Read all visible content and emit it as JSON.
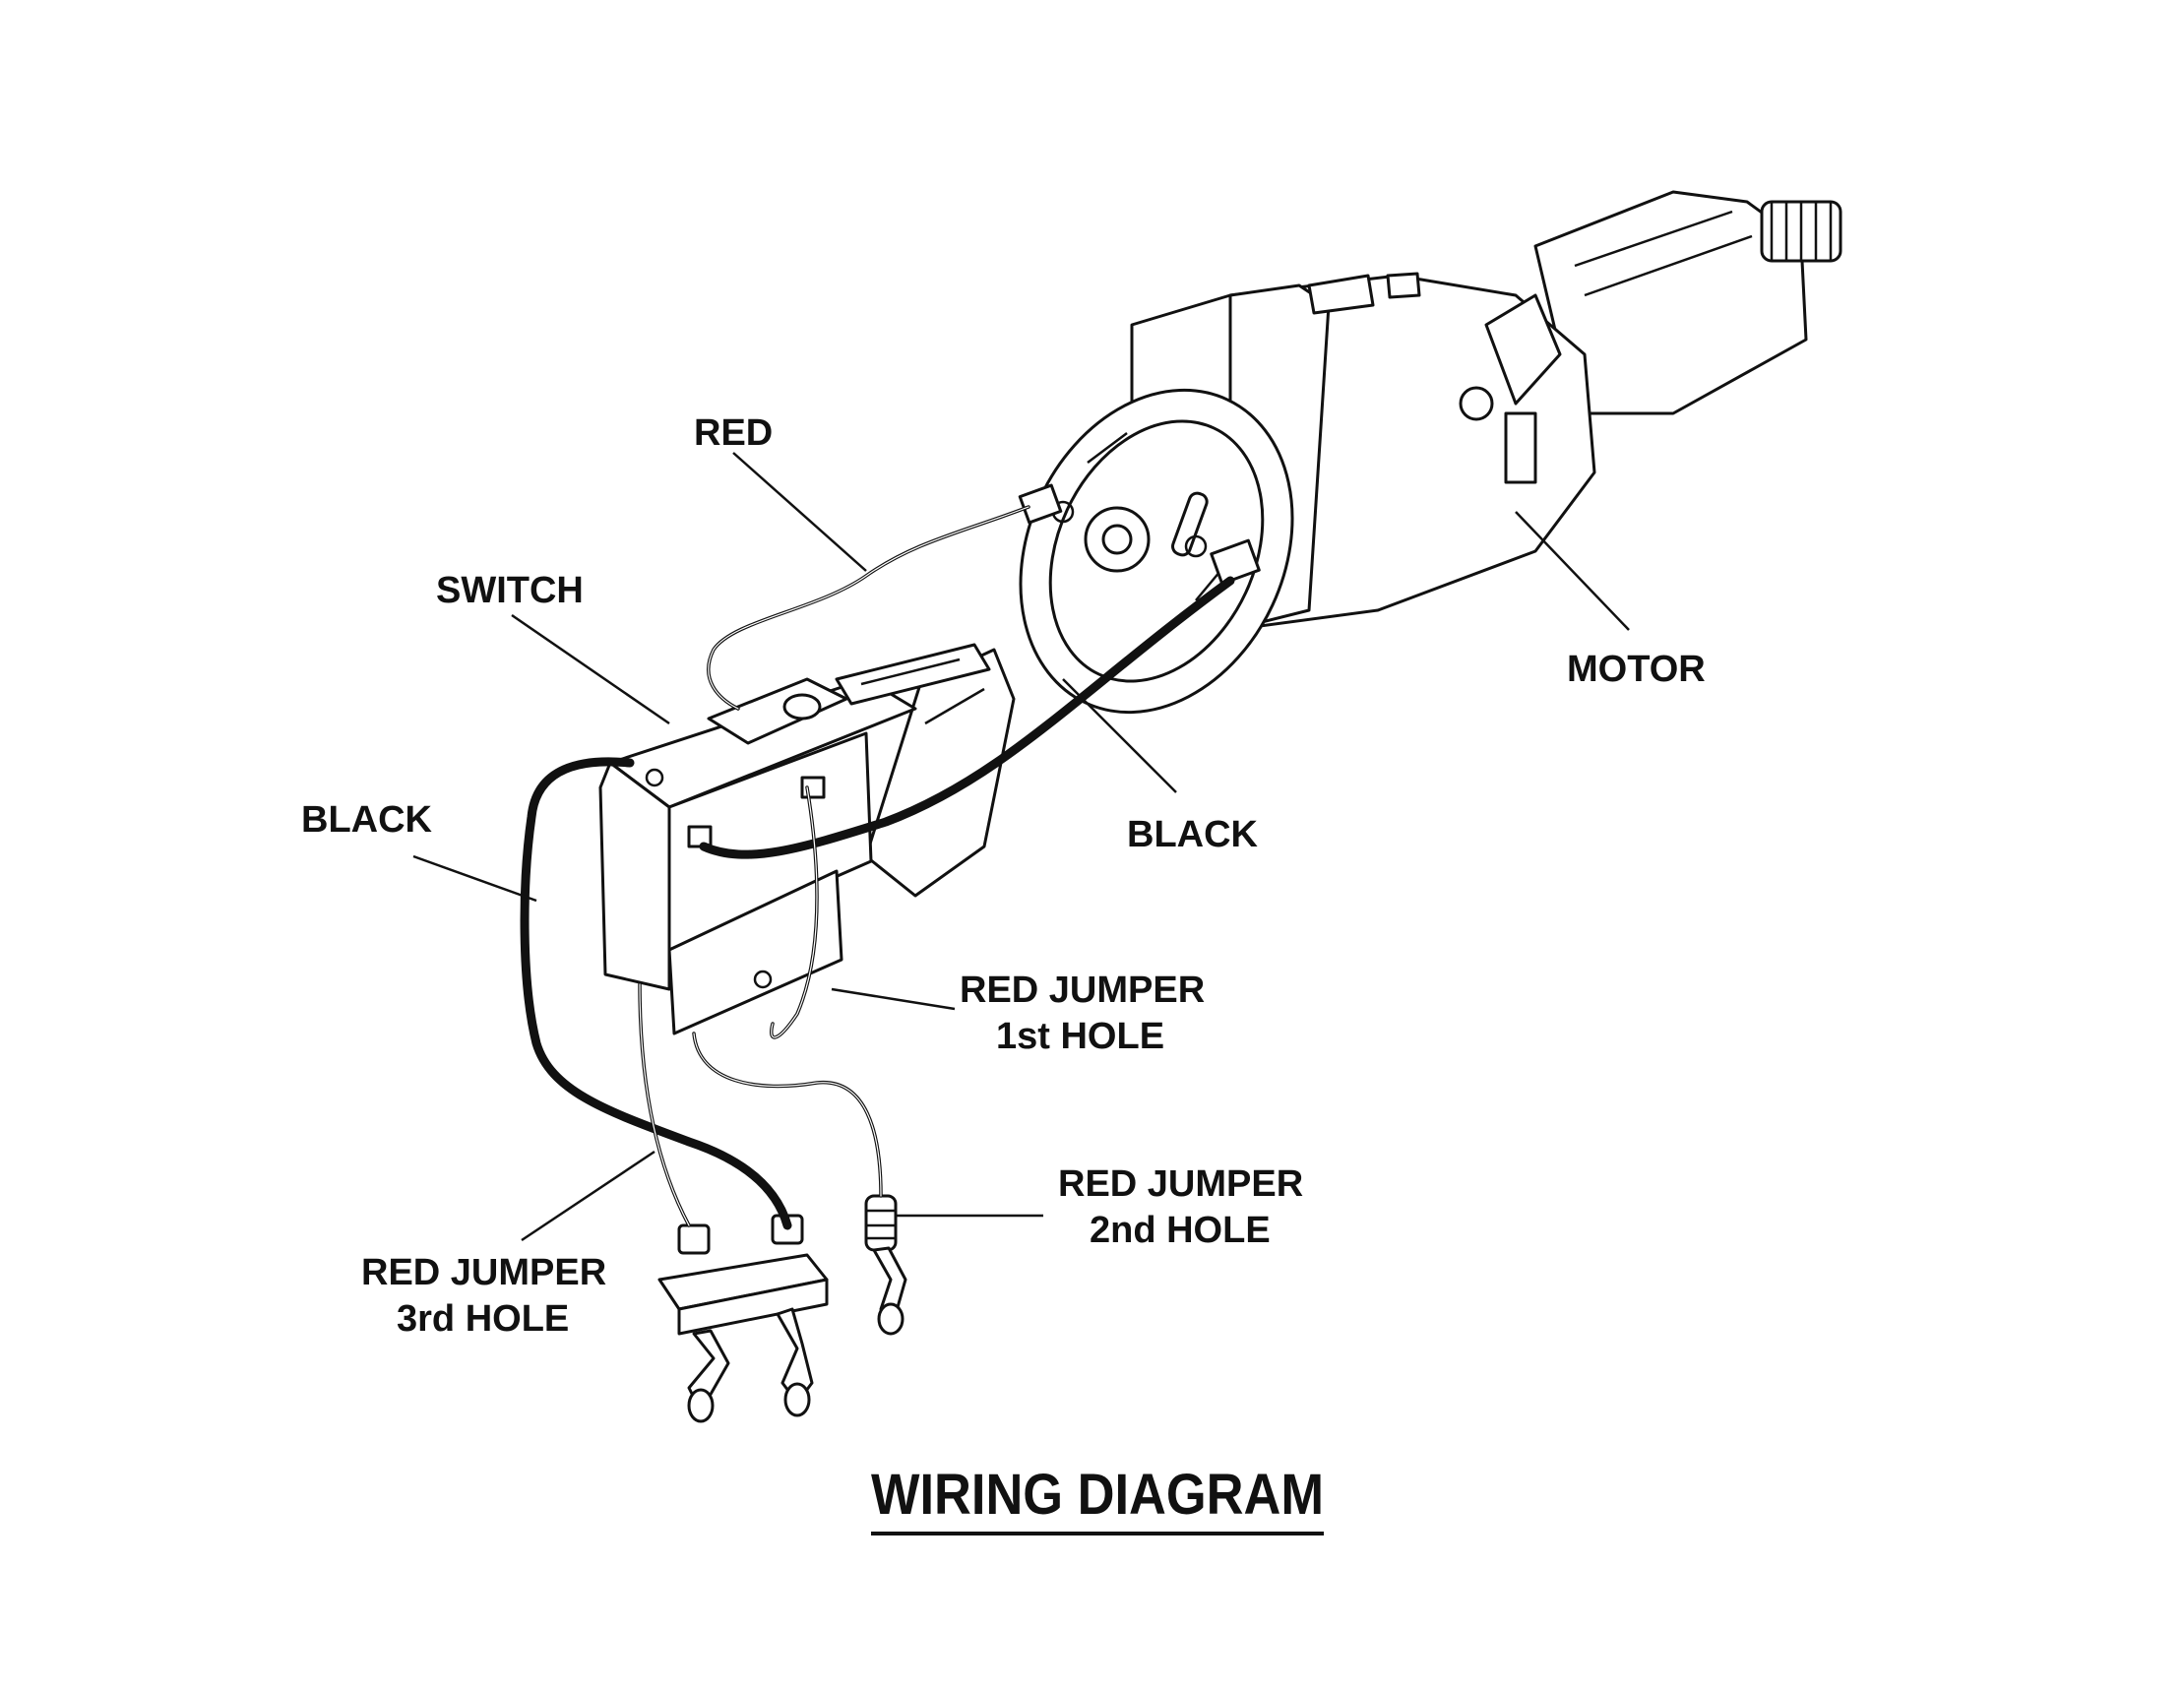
{
  "title": "WIRING DIAGRAM",
  "labels": {
    "red": "RED",
    "switch": "SWITCH",
    "black_left": "BLACK",
    "black_right": "BLACK",
    "motor": "MOTOR",
    "red_jumper_1_line1": "RED JUMPER",
    "red_jumper_1_line2": "1st HOLE",
    "red_jumper_2_line1": "RED JUMPER",
    "red_jumper_2_line2": "2nd HOLE",
    "red_jumper_3_line1": "RED JUMPER",
    "red_jumper_3_line2": "3rd HOLE"
  },
  "colors": {
    "ink": "#111111",
    "paper": "#ffffff"
  }
}
